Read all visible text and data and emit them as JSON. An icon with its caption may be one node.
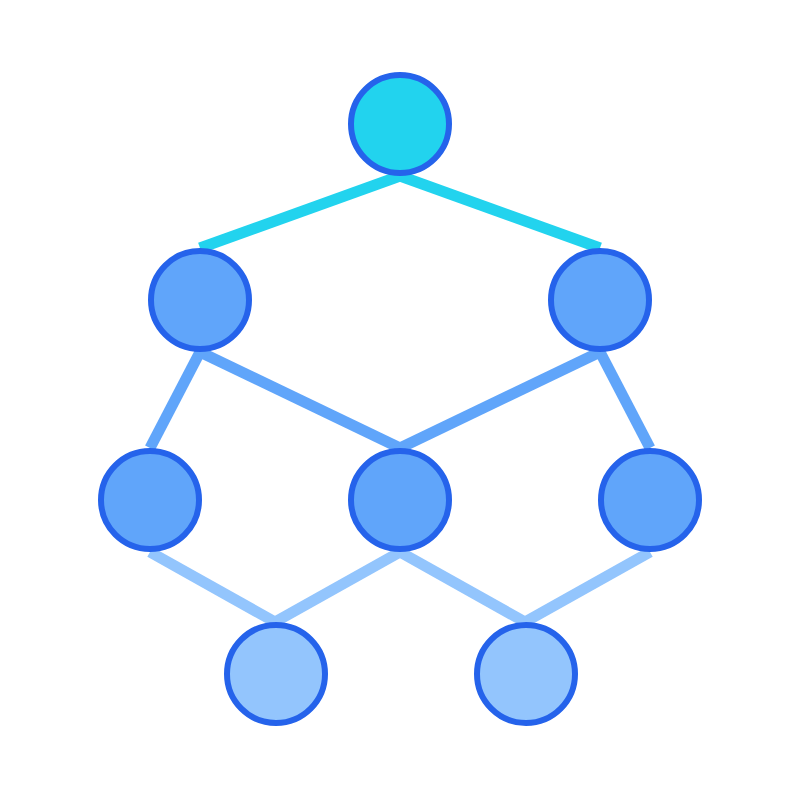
{
  "diagram": {
    "nodes": [
      {
        "text": [],
        "shape": "circle"
      },
      {
        "text": [],
        "shape": "circle"
      },
      {
        "text": [],
        "shape": "circle"
      },
      {
        "text": [],
        "shape": "circle"
      },
      {
        "text": [],
        "shape": "circle"
      },
      {
        "text": [],
        "shape": "circle"
      },
      {
        "text": [],
        "shape": "circle"
      },
      {
        "text": [],
        "shape": "circle"
      }
    ],
    "edges": [
      {
        "from": 0,
        "to": 1,
        "arrow": "none",
        "color": "#22d3ee"
      },
      {
        "from": 0,
        "to": 2,
        "arrow": "none",
        "color": "#22d3ee"
      },
      {
        "from": 1,
        "to": 3,
        "arrow": "none",
        "color": "#60a5fa"
      },
      {
        "from": 1,
        "to": 4,
        "arrow": "none",
        "color": "#60a5fa"
      },
      {
        "from": 2,
        "to": 4,
        "arrow": "none",
        "color": "#60a5fa"
      },
      {
        "from": 2,
        "to": 5,
        "arrow": "none",
        "color": "#60a5fa"
      },
      {
        "from": 3,
        "to": 6,
        "arrow": "none",
        "color": "#93c5fd"
      },
      {
        "from": 4,
        "to": 6,
        "arrow": "none",
        "color": "#93c5fd"
      },
      {
        "from": 4,
        "to": 7,
        "arrow": "none",
        "color": "#93c5fd"
      },
      {
        "from": 5,
        "to": 7,
        "arrow": "none",
        "color": "#93c5fd"
      }
    ]
  }
}
